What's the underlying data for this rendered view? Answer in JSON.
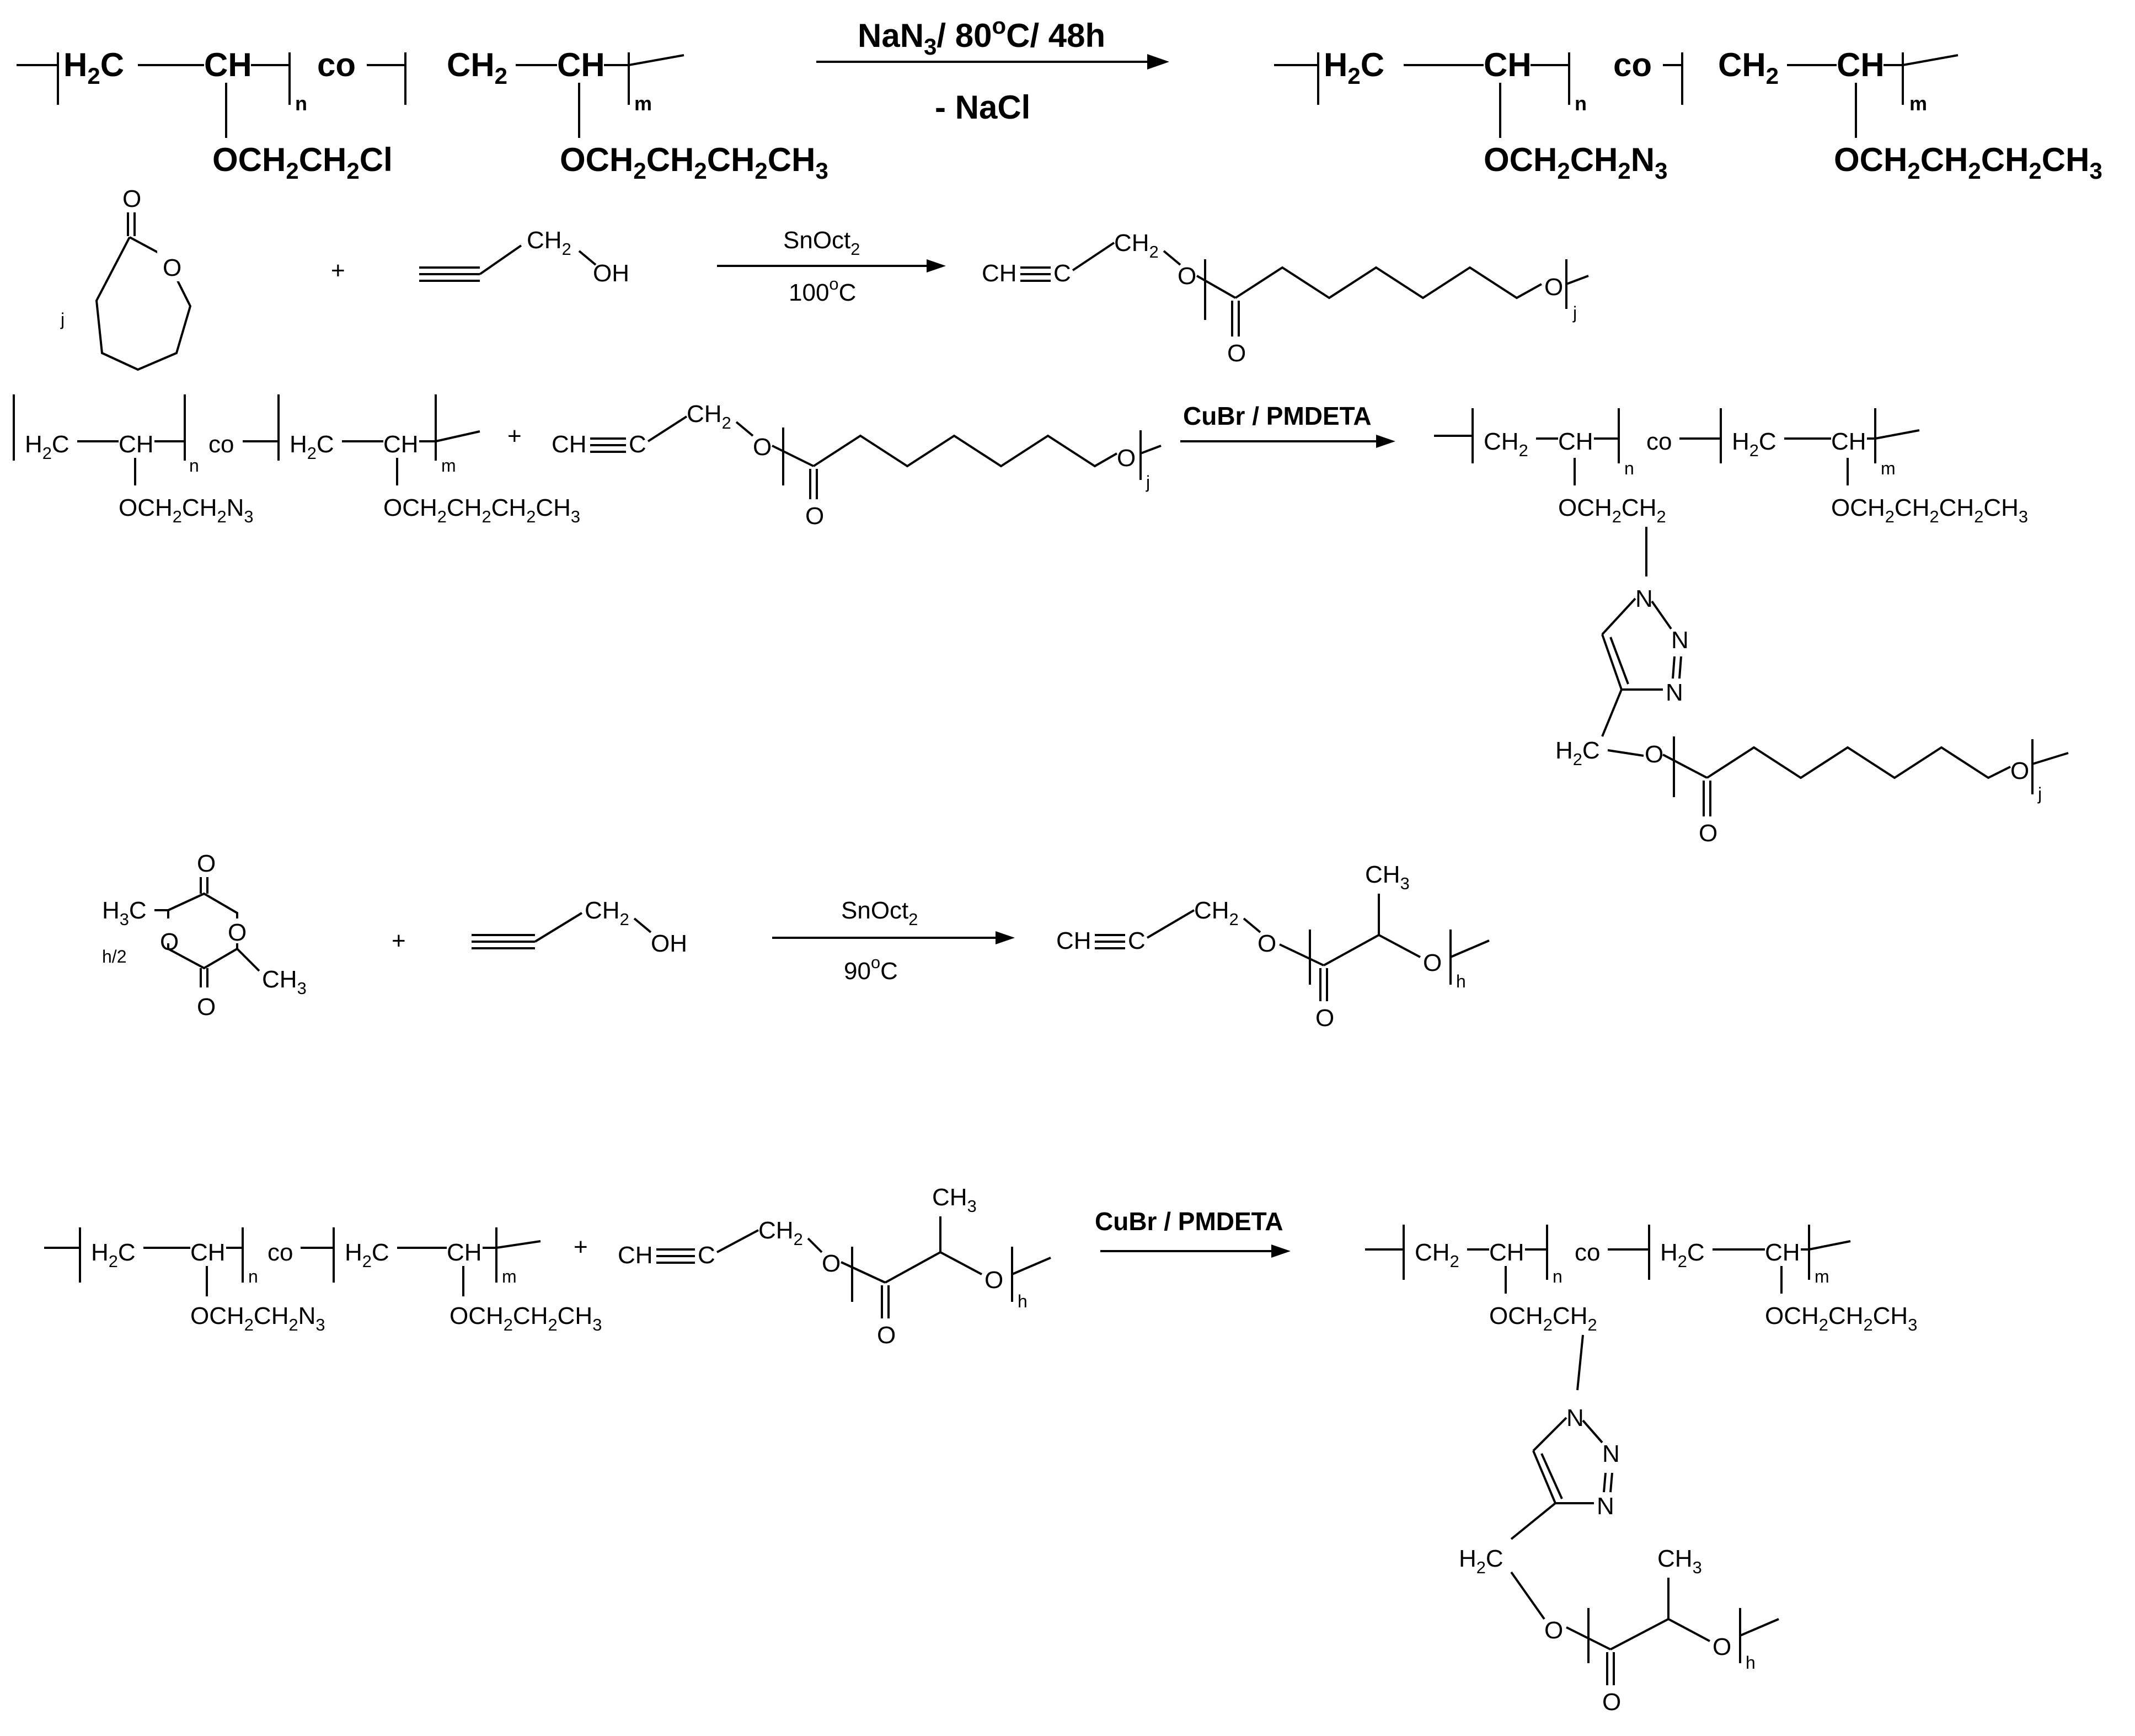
{
  "step1": {
    "reactant": {
      "ch2": "H",
      "ch2_sub": "2",
      "ch2_c": "C",
      "ch": "CH",
      "co": "co",
      "ch2b": "CH",
      "ch2b_sub": "2",
      "chb": "CH",
      "n": "n",
      "m": "m",
      "sc1": "OCH",
      "sc1_s1": "2",
      "sc1_m": "CH",
      "sc1_s2": "2",
      "sc1_end": "Cl",
      "sc2": "OCH",
      "sc2_s1": "2",
      "sc2_m1": "CH",
      "sc2_s2": "2",
      "sc2_m2": "CH",
      "sc2_s3": "2",
      "sc2_end": "CH",
      "sc2_s4": "3"
    },
    "cond_top": "NaN",
    "cond_top_sub": "3",
    "cond_top_rest": "/ 80",
    "cond_top_sup": "o",
    "cond_top_end": "C/ 48h",
    "cond_bottom": "- NaCl",
    "product": {
      "ch2": "H",
      "ch2_sub": "2",
      "ch2_c": "C",
      "ch": "CH",
      "co": "co",
      "ch2b": "CH",
      "ch2b_sub": "2",
      "chb": "CH",
      "n": "n",
      "m": "m",
      "sc1": "OCH",
      "sc1_s1": "2",
      "sc1_m": "CH",
      "sc1_s2": "2",
      "sc1_end": "N",
      "sc1_s3": "3",
      "sc2": "OCH",
      "sc2_s1": "2",
      "sc2_m1": "CH",
      "sc2_s2": "2",
      "sc2_m2": "CH",
      "sc2_s3": "2",
      "sc2_end": "CH",
      "sc2_s4": "3"
    }
  },
  "step2": {
    "coeff": "j",
    "lactone_o1": "O",
    "lactone_o2": "O",
    "plus": "+",
    "ch2": "CH",
    "ch2_sub": "2",
    "oh": "OH",
    "cat": "SnOct",
    "cat_sub": "2",
    "temp": "100",
    "temp_sup": "o",
    "temp_end": "C",
    "prod_ch": "CH",
    "prod_c": "C",
    "prod_ch2": "CH",
    "prod_ch2_sub": "2",
    "prod_o1": "O",
    "prod_o2": "O",
    "prod_o3": "O",
    "prod_j": "j"
  },
  "step3": {
    "h2c": "H",
    "h2c_sub": "2",
    "h2c_c": "C",
    "ch": "CH",
    "co": "co",
    "h2c2": "H",
    "h2c2_sub": "2",
    "h2c2_c": "C",
    "ch2": "CH",
    "n": "n",
    "m": "m",
    "sc1": "OCH",
    "sc1_s1": "2",
    "sc1_m": "CH",
    "sc1_s2": "2",
    "sc1_end": "N",
    "sc1_s3": "3",
    "sc2": "OCH",
    "sc2_s1": "2",
    "sc2_m1": "CH",
    "sc2_s2": "2",
    "sc2_m2": "CH",
    "sc2_s3": "2",
    "sc2_end": "CH",
    "sc2_s4": "3",
    "plus": "+",
    "alk_ch": "CH",
    "alk_c": "C",
    "alk_ch2": "CH",
    "alk_ch2_sub": "2",
    "alk_o1": "O",
    "alk_o2": "O",
    "alk_o3": "O",
    "alk_j": "j",
    "cat": "CuBr / PMDETA",
    "prod": {
      "ch2": "CH",
      "ch2_sub": "2",
      "ch": "CH",
      "co": "co",
      "h2c": "H",
      "h2c_sub": "2",
      "h2c_c": "C",
      "ch2b": "CH",
      "n": "n",
      "m": "m",
      "sc1": "OCH",
      "sc1_s1": "2",
      "sc1_m": "CH",
      "sc1_s2": "2",
      "sc2": "OCH",
      "sc2_s1": "2",
      "sc2_m1": "CH",
      "sc2_s2": "2",
      "sc2_m2": "CH",
      "sc2_s3": "2",
      "sc2_end": "CH",
      "sc2_s4": "3",
      "n1": "N",
      "n2": "N",
      "n3": "N",
      "h2c_link": "H",
      "h2c_link_sub": "2",
      "h2c_link_c": "C",
      "o1": "O",
      "o2": "O",
      "o3": "O",
      "j": "j"
    }
  },
  "step4": {
    "h3c": "H",
    "h3c_sub": "3",
    "h3c_c": "C",
    "coeff": "h/2",
    "o1": "O",
    "o2": "O",
    "o3": "O",
    "o4": "O",
    "ch3": "CH",
    "ch3_sub": "3",
    "plus": "+",
    "ch2": "CH",
    "ch2_sub": "2",
    "oh": "OH",
    "cat": "SnOct",
    "cat_sub": "2",
    "temp": "90",
    "temp_sup": "o",
    "temp_end": "C",
    "prod_ch": "CH",
    "prod_c": "C",
    "prod_ch2": "CH",
    "prod_ch2_sub": "2",
    "prod_ch3": "CH",
    "prod_ch3_sub": "3",
    "prod_o1": "O",
    "prod_o2": "O",
    "prod_o3": "O",
    "prod_h": "h"
  },
  "step5": {
    "h2c": "H",
    "h2c_sub": "2",
    "h2c_c": "C",
    "ch": "CH",
    "co": "co",
    "h2c2": "H",
    "h2c2_sub": "2",
    "h2c2_c": "C",
    "ch2": "CH",
    "n": "n",
    "m": "m",
    "sc1": "OCH",
    "sc1_s1": "2",
    "sc1_m": "CH",
    "sc1_s2": "2",
    "sc1_end": "N",
    "sc1_s3": "3",
    "sc2": "OCH",
    "sc2_s1": "2",
    "sc2_m1": "CH",
    "sc2_s2": "2",
    "sc2_end": "CH",
    "sc2_s3": "3",
    "plus": "+",
    "alk_ch": "CH",
    "alk_c": "C",
    "alk_ch2": "CH",
    "alk_ch2_sub": "2",
    "alk_ch3": "CH",
    "alk_ch3_sub": "3",
    "alk_o1": "O",
    "alk_o2": "O",
    "alk_o3": "O",
    "alk_h": "h",
    "cat": "CuBr / PMDETA",
    "prod": {
      "ch2": "CH",
      "ch2_sub": "2",
      "ch": "CH",
      "co": "co",
      "h2c": "H",
      "h2c_sub": "2",
      "h2c_c": "C",
      "ch2b": "CH",
      "n": "n",
      "m": "m",
      "sc1": "OCH",
      "sc1_s1": "2",
      "sc1_m": "CH",
      "sc1_s2": "2",
      "sc2": "OCH",
      "sc2_s1": "2",
      "sc2_m1": "CH",
      "sc2_s2": "2",
      "sc2_end": "CH",
      "sc2_s3": "3",
      "n1": "N",
      "n2": "N",
      "n3": "N",
      "h2c_link": "H",
      "h2c_link_sub": "2",
      "h2c_link_c": "C",
      "ch3": "CH",
      "ch3_sub": "3",
      "o1": "O",
      "o2": "O",
      "o3": "O",
      "h": "h"
    }
  }
}
